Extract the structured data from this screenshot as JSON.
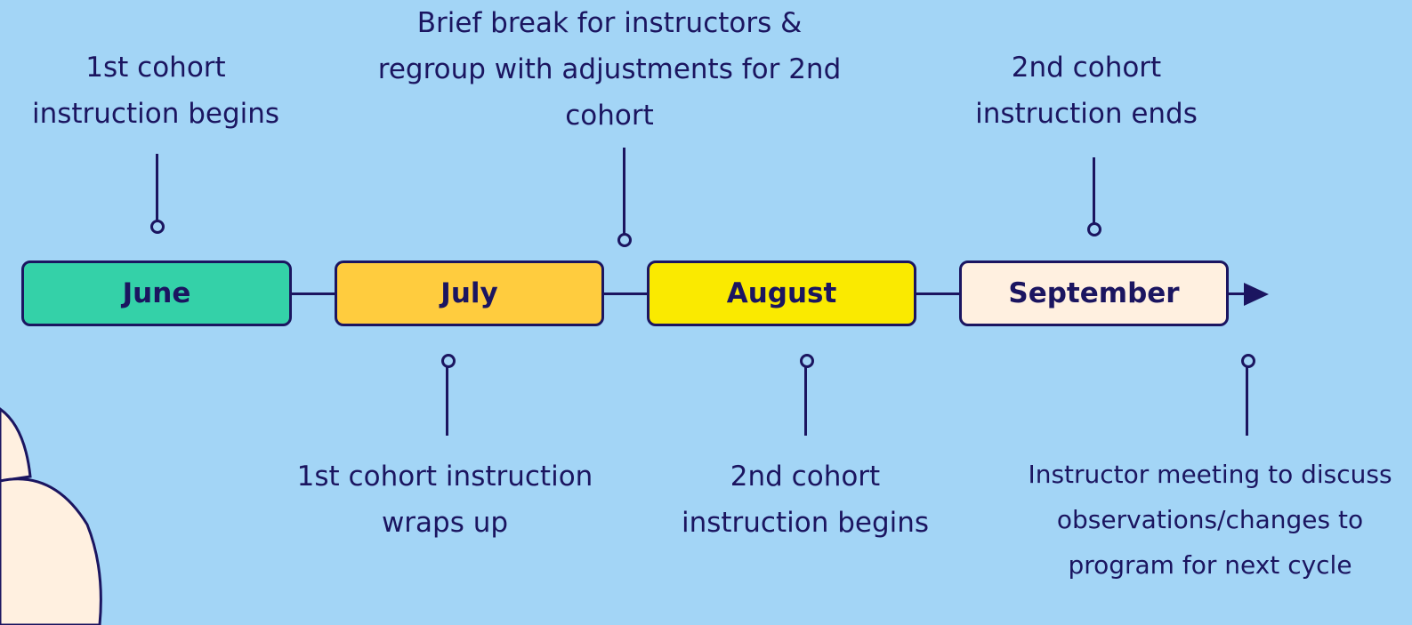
{
  "timeline": {
    "months": [
      {
        "label": "June",
        "color": "#34d1a8"
      },
      {
        "label": "July",
        "color": "#ffcc3e"
      },
      {
        "label": "August",
        "color": "#faea00"
      },
      {
        "label": "September",
        "color": "#fff0e0"
      }
    ],
    "events_above": [
      {
        "text": "1st cohort instruction begins"
      },
      {
        "text": "Brief break for instructors & regroup with adjustments for 2nd cohort"
      },
      {
        "text": "2nd cohort instruction ends"
      }
    ],
    "events_below": [
      {
        "text": "1st cohort instruction wraps up"
      },
      {
        "text": "2nd cohort instruction begins"
      },
      {
        "text": "Instructor meeting to discuss observations/changes to program for next cycle"
      }
    ]
  },
  "colors": {
    "background": "#a3d5f6",
    "ink": "#1b1560",
    "decoration_fill": "#fff0e0"
  }
}
